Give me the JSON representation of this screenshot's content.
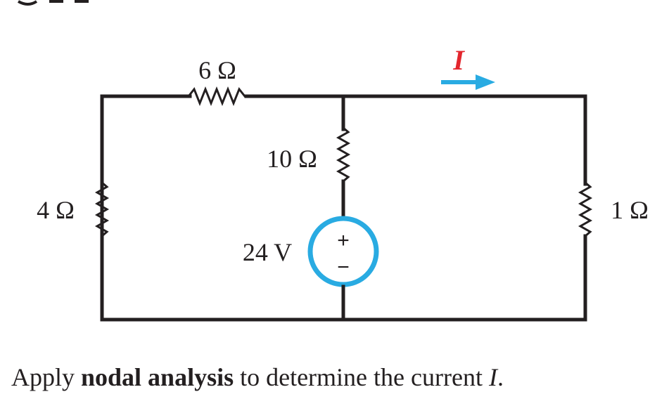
{
  "circuit": {
    "resistors": {
      "r_top": "6 Ω",
      "r_left": "4 Ω",
      "r_middle": "10 Ω",
      "r_right": "1 Ω"
    },
    "source": {
      "label": "24 V",
      "plus": "+",
      "minus": "−"
    },
    "current": {
      "symbol": "I",
      "color": "#e3262d",
      "arrow_color": "#29abe2"
    },
    "source_ring_color": "#29abe2"
  },
  "question": {
    "prefix": "Apply ",
    "emphasis": "nodal analysis",
    "middle": " to determine the current ",
    "variable": "I",
    "suffix": "."
  }
}
